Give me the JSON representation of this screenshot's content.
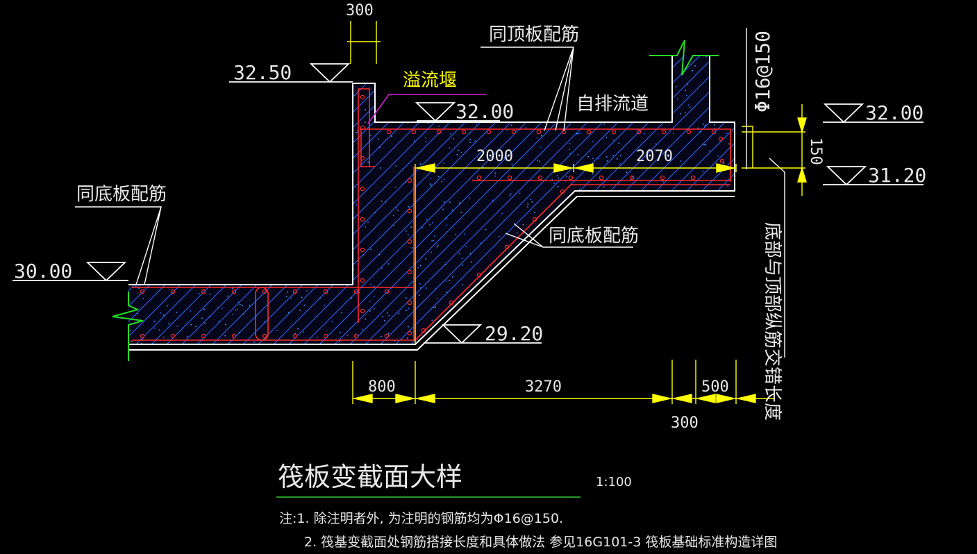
{
  "colors": {
    "background": "#000000",
    "outline": "#ffffff",
    "rebar": "#ff2a2a",
    "hatch": "#2f6bff",
    "dimension": "#ffff00",
    "elevation_line": "#ffffff",
    "break_line": "#22dd22",
    "weir_leader": "#d020d0",
    "title_underline": "#33cc33"
  },
  "elevations": {
    "e1": "32.50",
    "e2": "32.00",
    "e3": "32.00",
    "e4": "31.20",
    "e5": "30.00",
    "e6": "29.20"
  },
  "labels": {
    "top_slab_rebar": "同顶板配筋",
    "bottom_slab_rebar_left": "同底板配筋",
    "bottom_slab_rebar_right": "同底板配筋",
    "overflow_weir": "溢流堰",
    "drain_channel": "自排流道",
    "rebar_spec": "Φ16@150",
    "anchor_note": "底部与顶部纵筋交错长度"
  },
  "dimensions": {
    "top_300": "300",
    "d2000": "2000",
    "d2070": "2070",
    "d150": "150",
    "d800": "800",
    "d3270": "3270",
    "d500": "500",
    "bottom_300": "300"
  },
  "title": {
    "text": "筏板变截面大样",
    "scale": "1:100"
  },
  "notes": {
    "line1": "注:1. 除注明者外, 为注明的钢筋均为Φ16@150.",
    "line2": "2. 筏基变截面处钢筋搭接长度和具体做法 参见16G101-3 筏板基础标准构造详图"
  }
}
